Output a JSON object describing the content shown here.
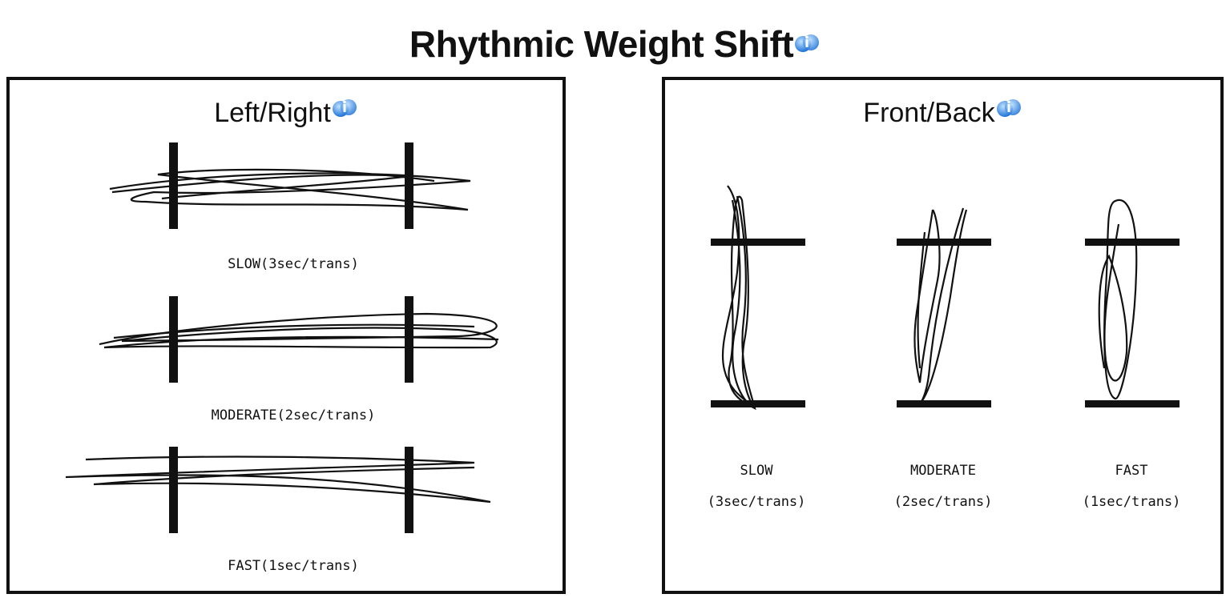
{
  "title": "Rhythmic Weight Shift",
  "left_panel": {
    "title": "Left/Right",
    "labels": [
      "SLOW(3sec/trans)",
      "MODERATE(2sec/trans)",
      "FAST(1sec/trans)"
    ]
  },
  "right_panel": {
    "title": "Front/Back",
    "columns": [
      {
        "name": "SLOW",
        "rate": "(3sec/trans)"
      },
      {
        "name": "MODERATE",
        "rate": "(2sec/trans)"
      },
      {
        "name": "FAST",
        "rate": "(1sec/trans)"
      }
    ]
  },
  "icons": [
    "info-icon"
  ],
  "colors": {
    "ink": "#111111",
    "icon_blue": "#1e73d8"
  }
}
